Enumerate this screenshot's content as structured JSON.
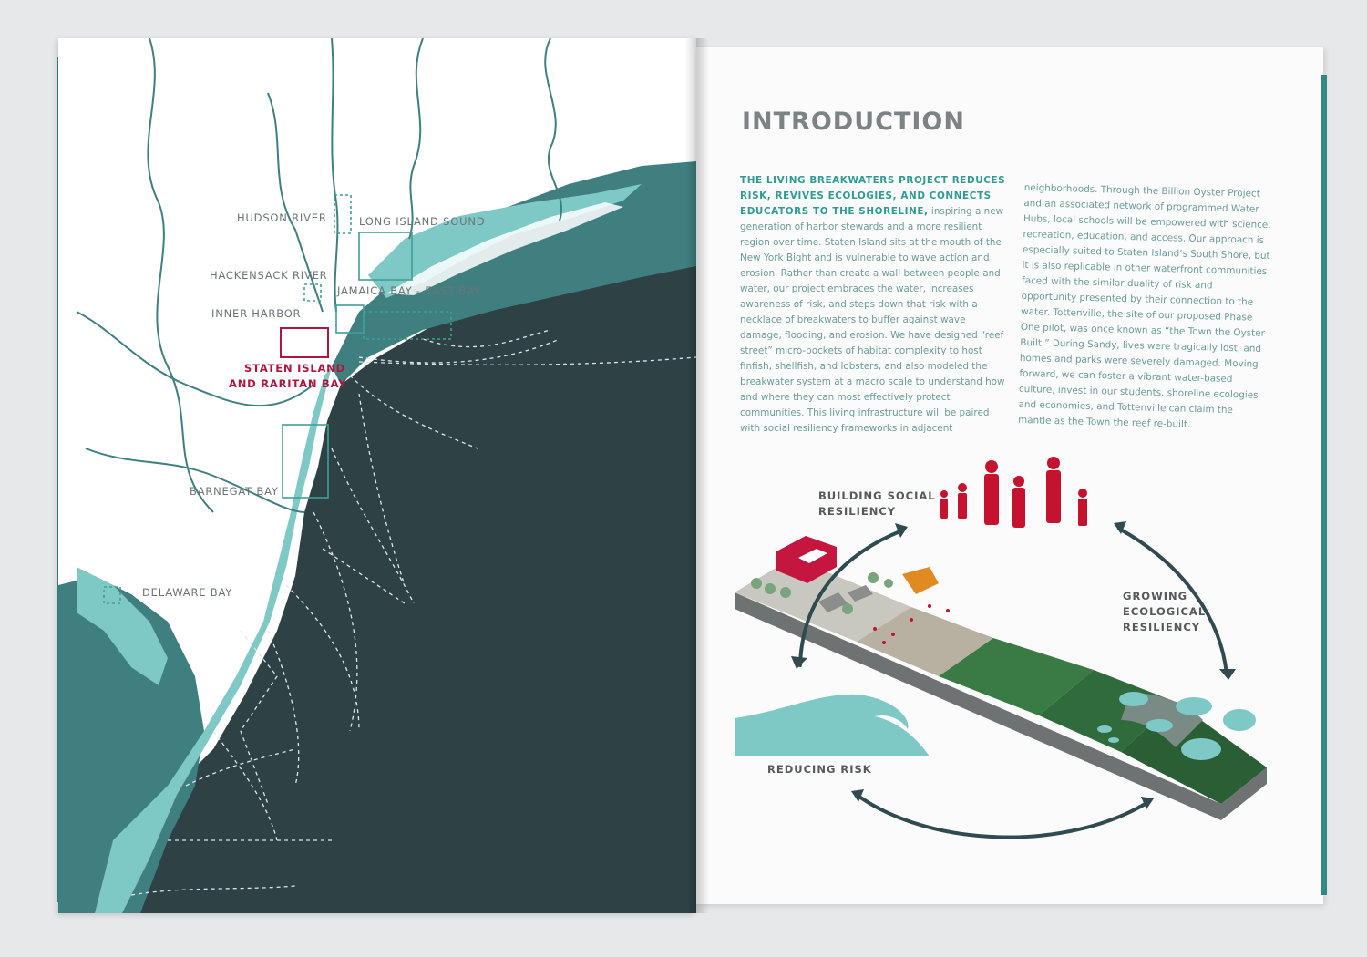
{
  "left_page": {
    "map_labels": {
      "hudson_river": "HUDSON RIVER",
      "long_island_sound": "LONG ISLAND SOUND",
      "hackensack_river": "HACKENSACK RIVER",
      "jamaica_bay": "JAMAICA BAY - EAST BAY",
      "inner_harbor": "INNER HARBOR",
      "staten_island_line1": "STATEN ISLAND",
      "staten_island_line2": "AND RARITAN BAY",
      "barnegat_bay": "BARNEGAT BAY",
      "delaware_bay": "DELAWARE BAY"
    }
  },
  "right_page": {
    "title": "INTRODUCTION",
    "column1_lead": "THE LIVING BREAKWATERS PROJECT REDUCES RISK, REVIVES ECOLOGIES, AND CONNECTS EDUCATORS TO THE SHORELINE,",
    "column1_body": " inspiring a new generation of harbor stewards and a more resilient region over time. Staten Island sits at the mouth of the New York Bight and is vulnerable to wave action and erosion. Rather than create a wall between people and water, our project embraces the water, increases awareness of risk, and steps down that risk with a necklace of breakwaters to buffer against wave damage, flooding, and erosion. We have designed “reef street” micro-pockets of habitat complexity to host finfish, shellfish, and lobsters, and also modeled the breakwater system at a macro scale to understand how and where they can most effectively protect communities. This living infrastructure will be paired with social resiliency frameworks in adjacent",
    "column2_body": "neighborhoods. Through the Billion Oyster Project and an associated network of programmed Water Hubs, local schools will be empowered with science, recreation, education, and access. Our approach is especially suited to Staten Island’s South Shore, but it is also replicable in other waterfront communities faced with the similar duality of risk and opportunity presented by their connection to the water. Tottenville, the site of our proposed Phase One pilot, was once known as “the Town the Oyster Built.” During Sandy, lives were tragically lost, and homes and parks were severely damaged. Moving forward, we can foster a vibrant water-based culture, invest in our students, shoreline ecologies and economies, and Tottenville can claim the mantle as the Town the reef re-built.",
    "diagram": {
      "social_line1": "BUILDING SOCIAL",
      "social_line2": "RESILIENCY",
      "eco_line1": "GROWING",
      "eco_line2": "ECOLOGICAL",
      "eco_line3": "RESILIENCY",
      "risk": "REDUCING RISK"
    }
  },
  "colors": {
    "ocean_dark": "#2e4246",
    "shelf": "#3f7f80",
    "shallow": "#7ec8c6",
    "teal_text": "#2f9b94",
    "highlight_red": "#b0163d",
    "people_red": "#c4122f"
  }
}
